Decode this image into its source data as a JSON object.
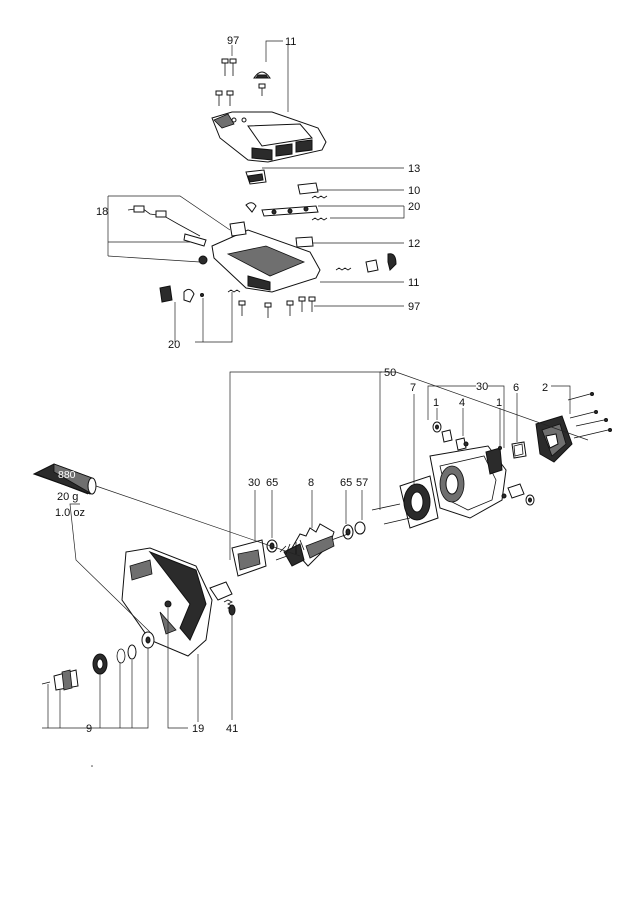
{
  "labels": {
    "n97_top": "97",
    "n11_top": "11",
    "n13": "13",
    "n10": "10",
    "n20_right": "20",
    "n18": "18",
    "n12": "12",
    "n11_mid": "11",
    "n97_right": "97",
    "n20_bottom": "20",
    "n50": "50",
    "n7": "7",
    "n30_right": "30",
    "n6": "6",
    "n2": "2",
    "n1_left": "1",
    "n4": "4",
    "n1_right": "1",
    "n30_mid": "30",
    "n65_left": "65",
    "n8": "8",
    "n65_right": "65",
    "n57": "57",
    "n9": "9",
    "n19": "19",
    "n41": "41"
  },
  "grease": {
    "tube_code": "880",
    "weight": "20 g",
    "weight_oz": "1.0 oz"
  }
}
